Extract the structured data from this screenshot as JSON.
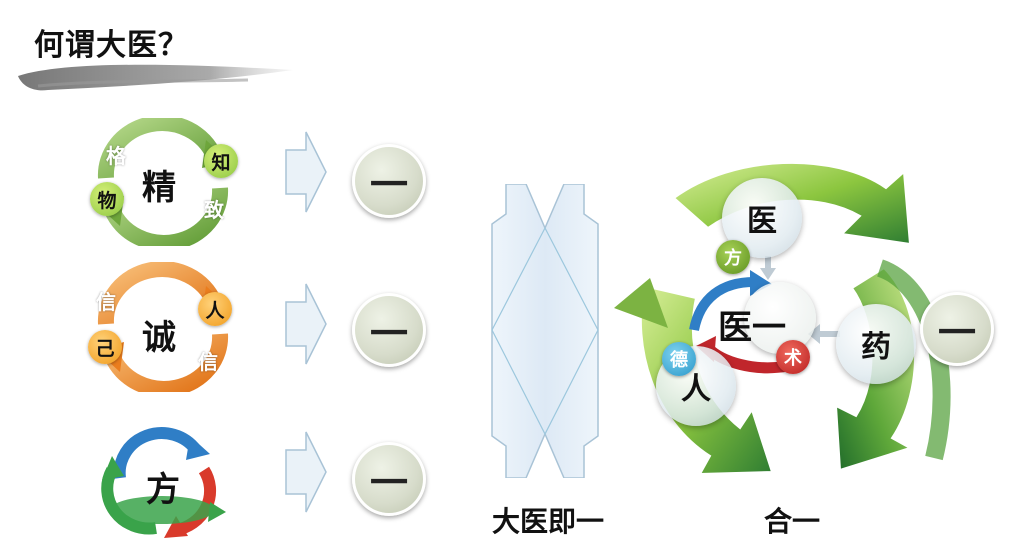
{
  "title": "何谓大医？",
  "rows": [
    {
      "center": "精",
      "labels": [
        "格",
        "知",
        "物",
        "致"
      ],
      "result": "一"
    },
    {
      "center": "诚",
      "labels": [
        "信",
        "人",
        "己",
        "信"
      ],
      "result": "一"
    },
    {
      "center": "方",
      "labels": [],
      "result": "一"
    }
  ],
  "middle_label": "大医即一",
  "right": {
    "nodes": {
      "top": "医",
      "right": "药",
      "bottom_left": "人"
    },
    "merged": "医一",
    "right_result": "一",
    "tags": {
      "fang": "方",
      "de": "德",
      "shu": "术"
    },
    "label": "合一"
  },
  "colors": {
    "green": "#7cb342",
    "orange": "#f08a24",
    "blue": "#2f7ec6",
    "red": "#d93a2b"
  }
}
